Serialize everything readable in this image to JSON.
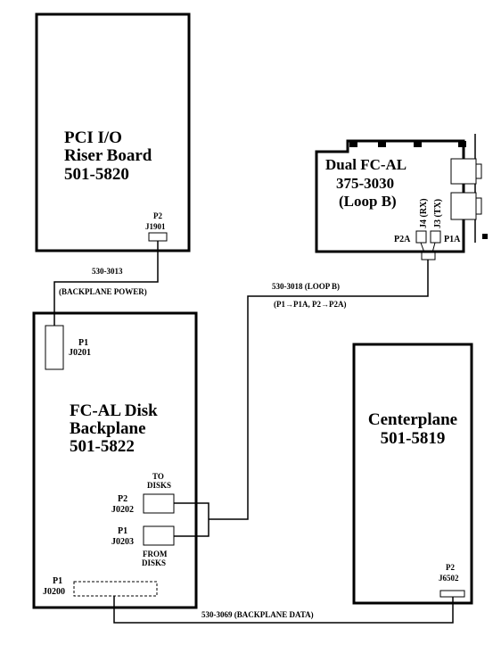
{
  "riser_board": {
    "line1": "PCI  I/O",
    "line2": "Riser  Board",
    "line3": "501-5820",
    "conn_p": "P2",
    "conn_j": "J1901"
  },
  "fcal_card": {
    "line1": "Dual FC-AL",
    "line2": "375-3030",
    "line3": "(Loop B)",
    "j4": "J4 (RX)",
    "j3": "J3 (TX)",
    "p2a": "P2A",
    "p1a": "P1A"
  },
  "backplane": {
    "line1": "FC-AL Disk",
    "line2": "Backplane",
    "line3": "501-5822",
    "j0201_p": "P1",
    "j0201_j": "J0201",
    "j0202_p": "P2",
    "j0202_j": "J0202",
    "j0203_p": "P1",
    "j0203_j": "J0203",
    "j0200_p": "P1",
    "j0200_j": "J0200",
    "to_disks_1": "TO",
    "to_disks_2": "DISKS",
    "from_disks_1": "FROM",
    "from_disks_2": "DISKS"
  },
  "centerplane": {
    "line1": "Centerplane",
    "line2": "501-5819",
    "conn_p": "P2",
    "conn_j": "J6502"
  },
  "cables": {
    "power_part": "530-3013",
    "power_desc": "(BACKPLANE POWER)",
    "loop_part": "530-3018 (LOOP B)",
    "loop_map": "(P1→P1A, P2→P2A)",
    "data": "530-3069 (BACKPLANE DATA)"
  }
}
